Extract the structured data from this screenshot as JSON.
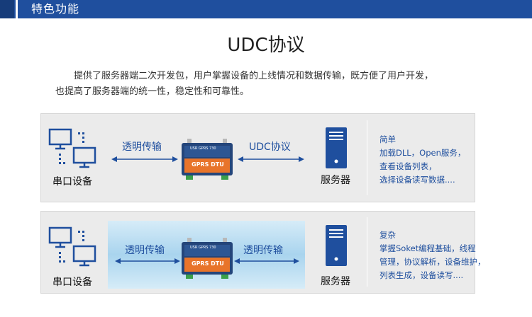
{
  "header": {
    "title": "特色功能"
  },
  "section": {
    "title": "UDC协议",
    "description_line1": "提供了服务器端二次开发包，用户掌握设备的上线情况和数据传输，既方便了用户开发，",
    "description_line2": "也提高了服务器端的统一性，稳定性和可靠性。"
  },
  "panel1": {
    "left_device_label": "串口设备",
    "link_left_label": "透明传输",
    "link_right_label": "UDC协议",
    "server_label": "服务器",
    "dtu_brand": "USR GPRS 730",
    "dtu_label": "GPRS DTU",
    "info_lines": [
      "简单",
      "加载DLL，Open服务，",
      "查看设备列表，",
      "选择设备读写数据...."
    ]
  },
  "panel2": {
    "left_device_label": "串口设备",
    "link_left_label": "透明传输",
    "link_right_label": "透明传输",
    "server_label": "服务器",
    "dtu_brand": "USR GPRS 730",
    "dtu_label": "GPRS DTU",
    "info_lines": [
      "复杂",
      "掌握Soket编程基础，线程",
      "管理，协议解析，设备维护，",
      "列表生成，设备读写...."
    ]
  },
  "colors": {
    "accent": "#1f4f9e",
    "dtu_orange": "#e8742a",
    "dtu_body": "#2a4e86"
  }
}
